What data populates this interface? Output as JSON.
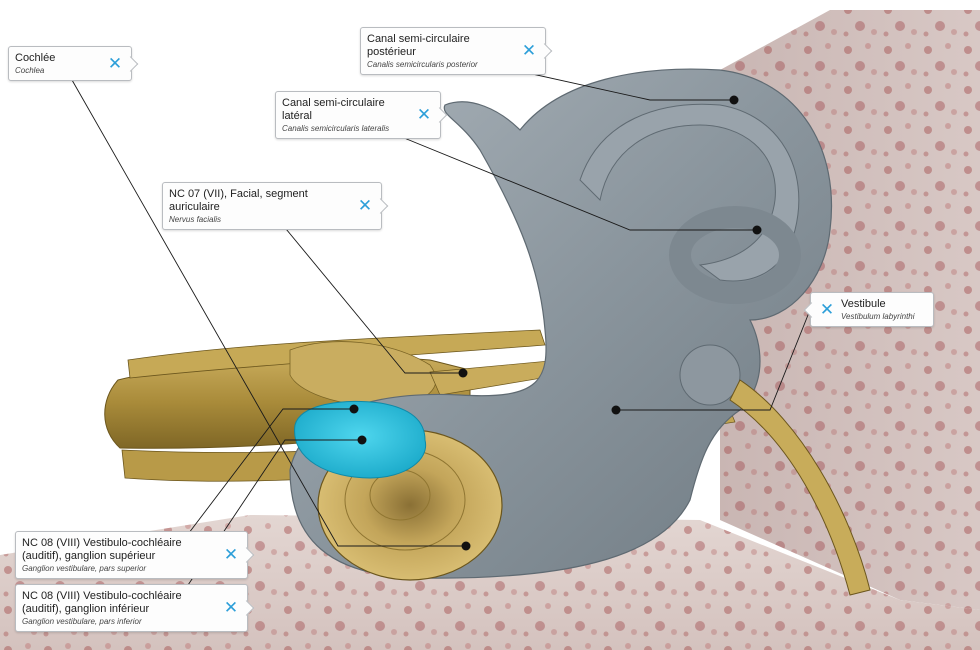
{
  "close_glyph": "✕",
  "accent_color": "#2d9fd9",
  "labels": [
    {
      "id": "cochlee",
      "title": "Cochlée",
      "latin": "Cochlea"
    },
    {
      "id": "canal_posterieur",
      "title": "Canal semi-circulaire postérieur",
      "latin": "Canalis semicircularis posterior"
    },
    {
      "id": "canal_lateral",
      "title": "Canal semi-circulaire latéral",
      "latin": "Canalis semicircularis lateralis"
    },
    {
      "id": "nc07",
      "title": "NC 07 (VII), Facial, segment auriculaire",
      "latin": "Nervus facialis"
    },
    {
      "id": "vestibule",
      "title": "Vestibule",
      "latin": "Vestibulum labyrinthi"
    },
    {
      "id": "ganglion_sup",
      "title_line1": "NC 08 (VIII) Vestibulo-cochléaire",
      "title_line2": "(auditif), ganglion supérieur",
      "latin": "Ganglion vestibulare, pars superior"
    },
    {
      "id": "ganglion_inf",
      "title_line1": "NC 08 (VIII) Vestibulo-cochléaire",
      "title_line2": "(auditif), ganglion inférieur",
      "latin": "Ganglion vestibulare, pars inferior"
    }
  ]
}
